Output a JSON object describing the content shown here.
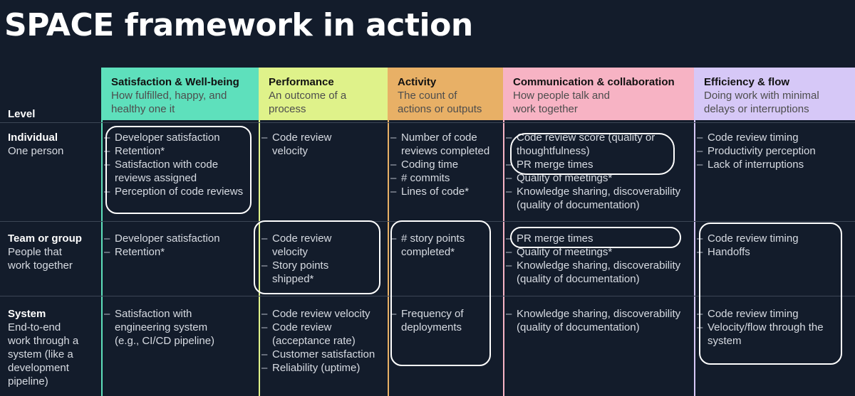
{
  "title": "SPACE framework in action",
  "level_label": "Level",
  "columns": [
    {
      "title": "Satisfaction & Well-being",
      "subtitle": "How fulfilled, happy, and healthy one it",
      "color": "#5ee0bc"
    },
    {
      "title": "Performance",
      "subtitle": "An outcome of a process",
      "color": "#dff28a"
    },
    {
      "title": "Activity",
      "subtitle": "The count of actions or outputs",
      "color": "#e8b066"
    },
    {
      "title": "Communication & collaboration",
      "subtitle": "How people talk and work together",
      "color": "#f7b3c4"
    },
    {
      "title": "Efficiency & flow",
      "subtitle": "Doing work with minimal delays or interruptions",
      "color": "#d6c8f7"
    }
  ],
  "rows": [
    {
      "title": "Individual",
      "subtitle": "One person",
      "cells": [
        [
          "Developer satisfaction",
          "Retention*",
          "Satisfaction with code reviews assigned",
          "Perception of code reviews"
        ],
        [
          "Code review velocity"
        ],
        [
          "Number of code reviews completed",
          "Coding time",
          "# commits",
          "Lines of code*"
        ],
        [
          "Code review score (quality or thoughtfulness)",
          "PR merge times",
          "Quality of meetings*",
          "Knowledge sharing, discoverability (quality of documentation)"
        ],
        [
          "Code review timing",
          "Productivity perception",
          "Lack of interruptions"
        ]
      ]
    },
    {
      "title": "Team or group",
      "subtitle": "People that work together",
      "cells": [
        [
          "Developer satisfaction",
          "Retention*"
        ],
        [
          "Code review velocity",
          "Story points shipped*"
        ],
        [
          "# story points completed*"
        ],
        [
          "PR merge times",
          "Quality of meetings*",
          "Knowledge sharing, discoverability (quality of documentation)"
        ],
        [
          "Code review timing",
          "Handoffs"
        ]
      ]
    },
    {
      "title": "System",
      "subtitle": "End-to-end work through a system (like a development pipeline)",
      "cells": [
        [
          "Satisfaction with engineering system (e.g., CI/CD pipeline)"
        ],
        [
          "Code review velocity",
          "Code review (acceptance rate)",
          "Customer satisfaction",
          "Reliability (uptime)"
        ],
        [
          "Frequency of deployments"
        ],
        [
          "Knowledge sharing, discoverability (quality of documentation)"
        ],
        [
          "Code review timing",
          "Velocity/flow through the system"
        ]
      ]
    }
  ]
}
